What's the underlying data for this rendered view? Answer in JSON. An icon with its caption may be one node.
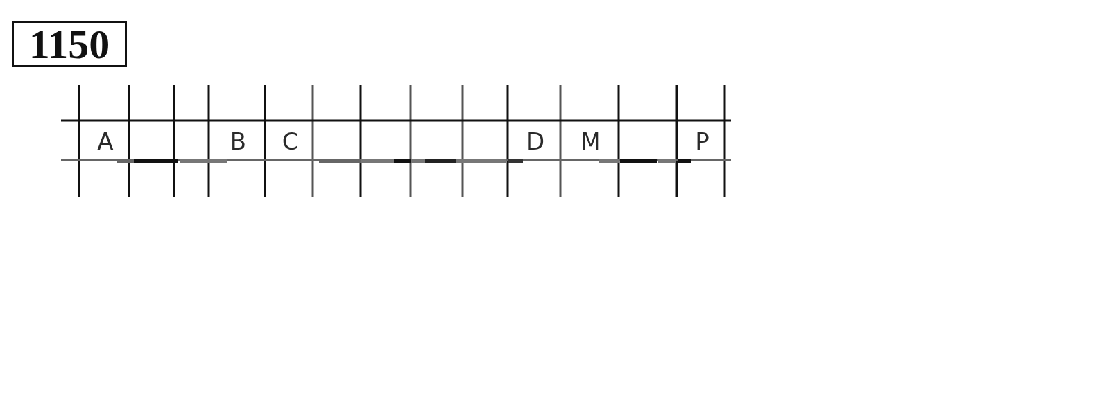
{
  "diagram": {
    "nodes": [
      {
        "text": [
          "1150"
        ]
      }
    ],
    "labels": [
      "A",
      "B",
      "C",
      "D",
      "M",
      "P"
    ]
  }
}
